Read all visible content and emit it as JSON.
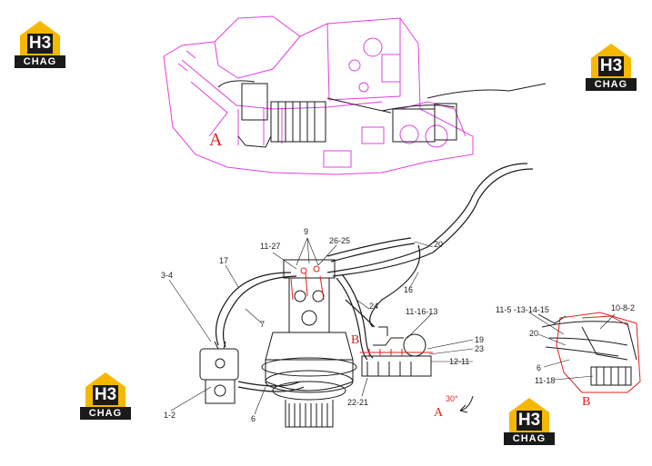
{
  "brand": {
    "logo_mono": "H3",
    "logo_text": "CHAG"
  },
  "views": {
    "top_view_label": "A",
    "section_b_label": "B",
    "detail_b_label": "B",
    "rotation_view_label": "A",
    "rotation_angle": "30°"
  },
  "part_labels": {
    "p9": "9",
    "p11_27": "11-27",
    "p26_25": "26-25",
    "p20_main": "20",
    "p17": "17",
    "p3_4": "3-4",
    "p7": "7",
    "p16": "16",
    "p24": "24",
    "p11_16_13": "11-16-13",
    "p19": "19",
    "p23": "23",
    "p12_11": "12-11",
    "p22_21": "22-21",
    "p1_2": "1-2",
    "p6_main": "6",
    "p11_5_13_14_15": "11-5 -13-14-15",
    "p10_8_2": "10-8-2",
    "p20_detail": "20",
    "p6_detail": "6",
    "p11_18": "11-18"
  },
  "colors": {
    "upper_structure": "#e040e0",
    "callout_red": "#e0201c",
    "linework": "#1a1a1a",
    "logo_yellow": "#f5b800"
  }
}
